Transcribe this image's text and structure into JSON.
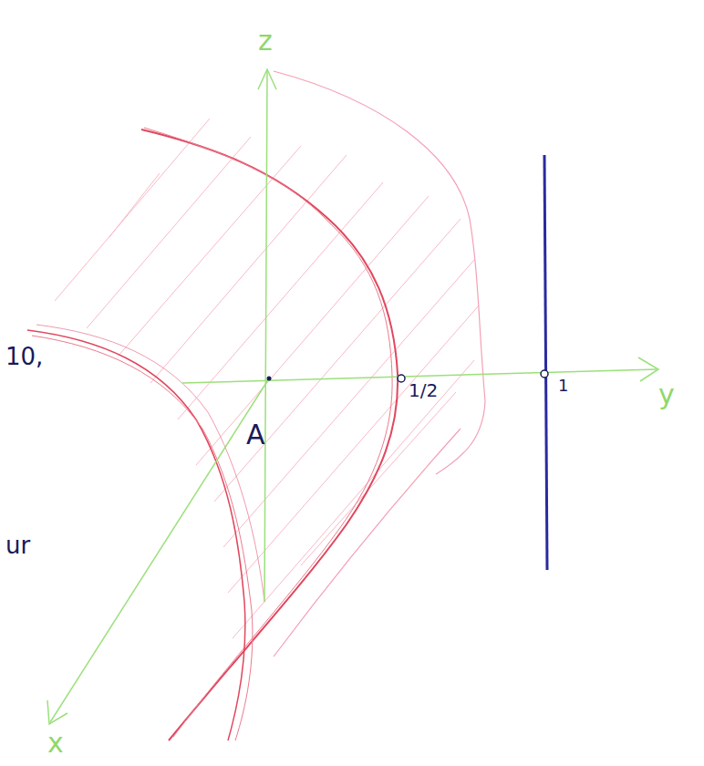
{
  "diagram": {
    "labels": [
      "z",
      "y",
      "x",
      "A",
      "1/2",
      "1",
      "10,",
      "ur"
    ]
  }
}
